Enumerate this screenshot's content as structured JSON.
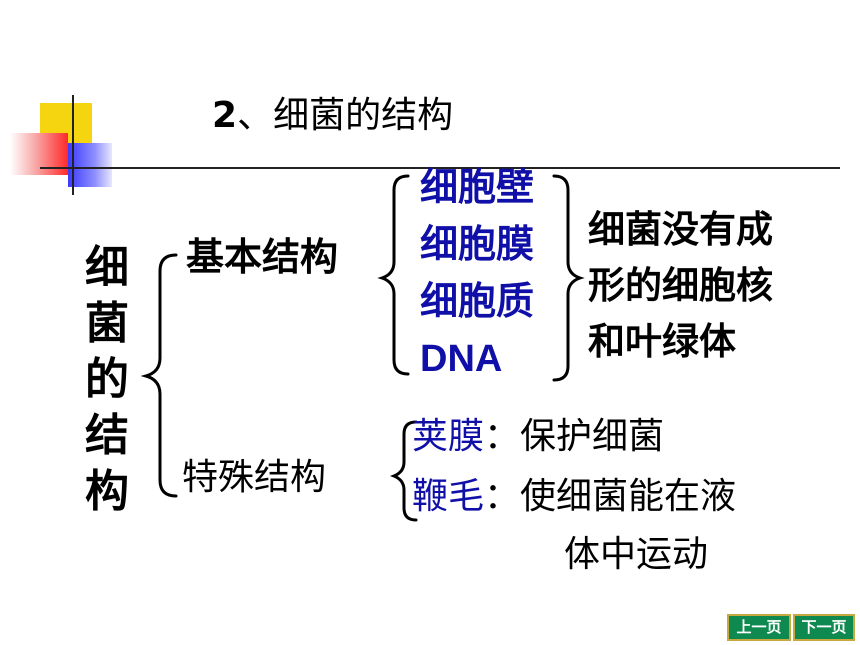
{
  "title": {
    "number": "2",
    "text": "、细菌的结构"
  },
  "root": {
    "chars": [
      "细",
      "菌",
      "的",
      "结",
      "构"
    ]
  },
  "basic": {
    "label": "基本结构",
    "items": [
      "细胞壁",
      "细胞膜",
      "细胞质",
      "DNA"
    ],
    "note_lines": [
      "细菌没有成",
      "形的细胞核",
      "和叶绿体"
    ]
  },
  "special": {
    "label": "特殊结构",
    "capsule": {
      "name": "荚膜",
      "sep": "：",
      "desc": "保护细菌"
    },
    "flagellum": {
      "name": "鞭毛",
      "sep": "：",
      "desc": "使细菌能在液",
      "desc2": "体中运动"
    }
  },
  "nav": {
    "prev": "上一页",
    "next": "下一页"
  },
  "colors": {
    "item_blue": "#1010a8",
    "nav_green": "#0e8a50",
    "nav_border": "#c8a840"
  }
}
